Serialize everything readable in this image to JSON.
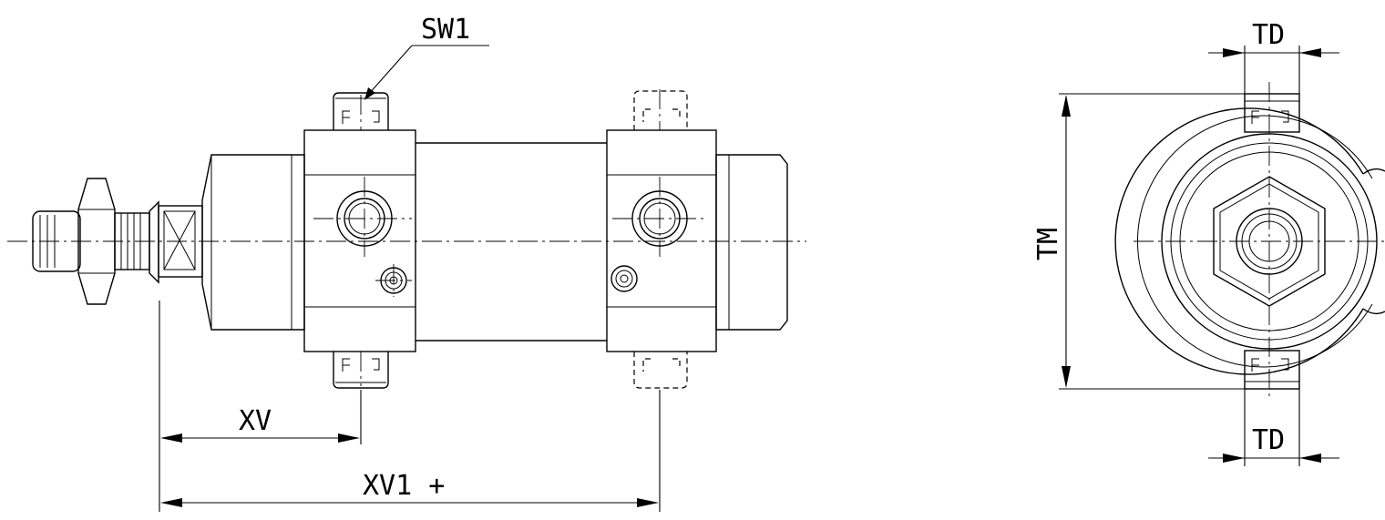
{
  "labels": {
    "sw1": "SW1",
    "xv": "XV",
    "xv1": "XV1 +",
    "td_top": "TD",
    "td_bottom": "TD",
    "tm": "TM"
  }
}
